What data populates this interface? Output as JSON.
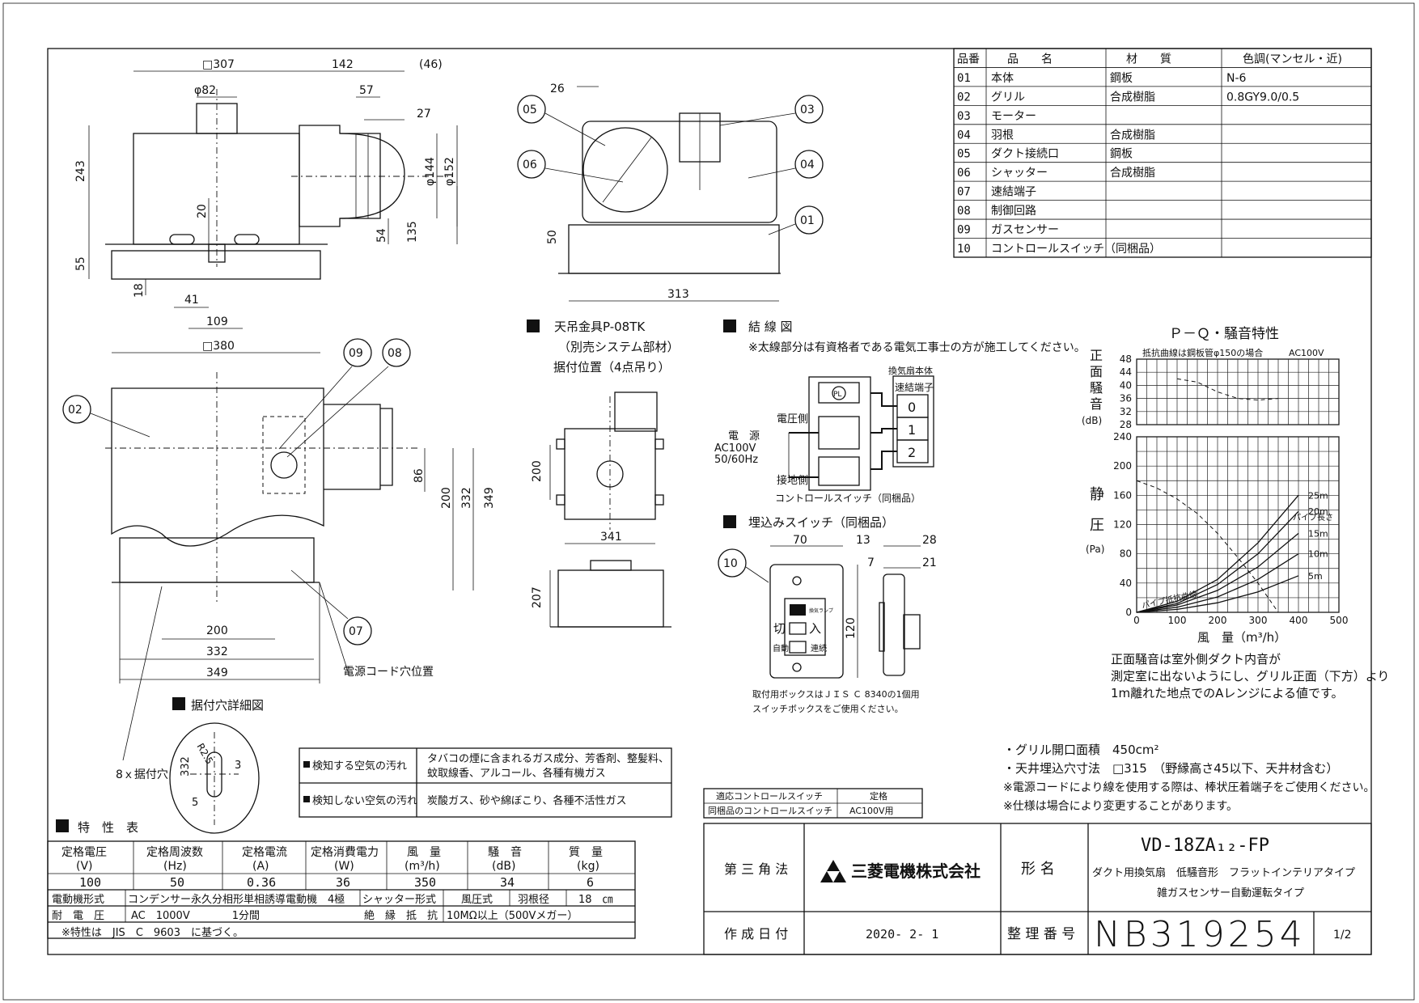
{
  "parts_table": {
    "headers": [
      "品番",
      "品　　名",
      "材　　質",
      "色調(マンセル・近)"
    ],
    "rows": [
      [
        "01",
        "本体",
        "鋼板",
        "N-6"
      ],
      [
        "02",
        "グリル",
        "合成樹脂",
        "0.8GY9.0/0.5"
      ],
      [
        "03",
        "モーター",
        "",
        ""
      ],
      [
        "04",
        "羽根",
        "合成樹脂",
        ""
      ],
      [
        "05",
        "ダクト接続口",
        "鋼板",
        ""
      ],
      [
        "06",
        "シャッター",
        "合成樹脂",
        ""
      ],
      [
        "07",
        "速結端子",
        "",
        ""
      ],
      [
        "08",
        "制御回路",
        "",
        ""
      ],
      [
        "09",
        "ガスセンサー",
        "",
        ""
      ],
      [
        "10",
        "コントロールスイッチ（同梱品）",
        "",
        ""
      ]
    ]
  },
  "dims_top": [
    "□307",
    "142",
    "(46)",
    "φ82",
    "57",
    "27",
    "243",
    "φ144",
    "φ152",
    "20",
    "54",
    "135",
    "55",
    "18",
    "41",
    "109",
    "□380"
  ],
  "dims_side": [
    "26",
    "50",
    "313"
  ],
  "dims_bottom": [
    "86",
    "200",
    "332",
    "349",
    "200",
    "332",
    "349"
  ],
  "part_labels": [
    "05",
    "06",
    "03",
    "04",
    "01",
    "09",
    "08",
    "02",
    "07",
    "10"
  ],
  "ceiling_mount": {
    "title": "天吊金具P-08TK",
    "sub1": "（別売システム部材）",
    "sub2": "据付位置（4点吊り）",
    "dims": [
      "200",
      "341",
      "207"
    ]
  },
  "wiring": {
    "title": "結 線 図",
    "note": "※太線部分は有資格者である電気工事士の方が施工してください。",
    "body_label": "換気扇本体",
    "terminal_label": "速結端子",
    "terminals": [
      "0",
      "1",
      "2"
    ],
    "power_side": "電圧側",
    "power": "電　源",
    "ac": "AC100V",
    "hz": "50/60Hz",
    "ground_side": "接地側",
    "switch_label": "コントロールスイッチ（同梱品）",
    "pl": "PL"
  },
  "embed_switch": {
    "title": "埋込みスイッチ（同梱品）",
    "dims": [
      "70",
      "13",
      "28",
      "7",
      "21",
      "120"
    ],
    "off": "切",
    "on": "入",
    "auto": "自動",
    "cont": "連続",
    "lamp": "換気ランプ",
    "note1": "取付用ボックスはＪＩＳ Ｃ 8340の1個用",
    "note2": "スイッチボックスをご使用ください。"
  },
  "cord_hole": "電源コード穴位置",
  "detail": {
    "title": "据付穴詳細図",
    "holes": "8ｘ据付穴",
    "dims": [
      "R2.5",
      "3",
      "332",
      "5"
    ]
  },
  "air": {
    "detect_label": "検知する空気の汚れ",
    "detect_1": "タバコの煙に含まれるガス成分、芳香剤、整髪料、",
    "detect_2": "蚊取線香、アルコール、各種有機ガス",
    "nodetect_label": "検知しない空気の汚れ",
    "nodetect": "炭酸ガス、砂や綿ぼこり、各種不活性ガス"
  },
  "switch_spec": {
    "h1": "適応コントロールスイッチ",
    "h2": "定格",
    "r1": "同梱品のコントロールスイッチ",
    "r2": "AC100V用"
  },
  "specs": {
    "title": "特　性　表",
    "headers": [
      [
        "定格電圧",
        "(V)"
      ],
      [
        "定格周波数",
        "(Hz)"
      ],
      [
        "定格電流",
        "(A)"
      ],
      [
        "定格消費電力",
        "(W)"
      ],
      [
        "風　量",
        "(m³/h)"
      ],
      [
        "騒　音",
        "(dB)"
      ],
      [
        "質　量",
        "(kg)"
      ]
    ],
    "values": [
      "100",
      "50",
      "0.36",
      "36",
      "350",
      "34",
      "6"
    ],
    "motor_label": "電動機形式",
    "motor": "コンデンサー永久分相形単相誘導電動機　4極",
    "shutter_label": "シャッター形式",
    "shutter": "風圧式",
    "blade_label": "羽根径",
    "blade": "18　㎝",
    "voltage_label": "耐　電　圧",
    "voltage": "AC　1000V　　　　1分間",
    "insul_label": "絶　縁　抵　抗",
    "insul": "10MΩ以上（500Vメガー）",
    "note": "※特性は　JIS　C　9603　に基づく。"
  },
  "chart_data": {
    "type": "line",
    "title": "Ｐ－Ｑ・騒音特性",
    "note": "抵抗曲線は鋼板管φ150の場合",
    "supply": "AC100V",
    "xlabel": "風　量（m³/h）",
    "noise_ylabel": [
      "正",
      "面",
      "騒",
      "音"
    ],
    "noise_unit": "(dB)",
    "noise_ticks": [
      28,
      32,
      36,
      40,
      44,
      48
    ],
    "noise_ylim": [
      28,
      48
    ],
    "pressure_ylabel": [
      "静",
      "圧"
    ],
    "pressure_unit": "(Pa)",
    "pressure_ticks": [
      0,
      40,
      80,
      120,
      160,
      200,
      240
    ],
    "pressure_ylim": [
      0,
      240
    ],
    "x_ticks": [
      0,
      100,
      200,
      300,
      400,
      500
    ],
    "xlim": [
      0,
      500
    ],
    "pipe_label": "パイプ長さ",
    "pipe_curve_label": "パイプ抵抗曲線",
    "noise": {
      "x": [
        100,
        150,
        200,
        250,
        300,
        350
      ],
      "y": [
        42,
        41,
        38,
        36,
        35.5,
        36
      ]
    },
    "pq": {
      "x": [
        0,
        50,
        100,
        150,
        200,
        250,
        300,
        350
      ],
      "y": [
        180,
        170,
        155,
        135,
        108,
        75,
        40,
        0
      ]
    },
    "pipes": [
      {
        "name": "25m",
        "x": [
          0,
          100,
          200,
          300,
          400
        ],
        "y": [
          0,
          15,
          45,
          95,
          160
        ]
      },
      {
        "name": "20m",
        "x": [
          0,
          100,
          200,
          300,
          400
        ],
        "y": [
          0,
          12,
          38,
          80,
          138
        ]
      },
      {
        "name": "15m",
        "x": [
          0,
          100,
          200,
          300,
          400
        ],
        "y": [
          0,
          10,
          30,
          62,
          108
        ]
      },
      {
        "name": "10m",
        "x": [
          0,
          100,
          200,
          300,
          400
        ],
        "y": [
          0,
          7,
          21,
          45,
          80
        ]
      },
      {
        "name": "5m",
        "x": [
          0,
          100,
          200,
          300,
          400
        ],
        "y": [
          0,
          4,
          13,
          28,
          50
        ]
      }
    ]
  },
  "chart_notes": [
    "正面騒音は室外側ダクト内音が",
    "測定室に出ないようにし、グリル正面（下方）より",
    "1m離れた地点でのAレンジによる値です。"
  ],
  "notes": [
    "・グリル開口面積　450cm²",
    "・天井埋込穴寸法　□315　（野縁高さ45以下、天井材含む）",
    "※電源コードにより線を使用する際は、棒状圧着端子をご使用ください。",
    "※仕様は場合により変更することがあります。"
  ],
  "title_block": {
    "projection": "第 三 角 法",
    "company": "三菱電機株式会社",
    "model_label": "形 名",
    "model": "VD-18ZA₁₂-FP",
    "desc1": "ダクト用換気扇　低騒音形　フラットインテリアタイプ",
    "desc2": "雑ガスセンサー自動運転タイプ",
    "date_label": "作 成 日 付",
    "date": "2020- 2- 1",
    "number_label": "整 理 番 号",
    "number": "NB319254",
    "page": "1/2"
  }
}
